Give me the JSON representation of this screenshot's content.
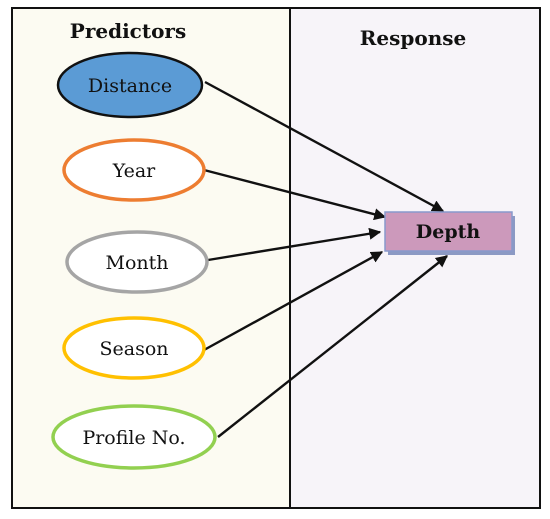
{
  "panels": {
    "predictors": {
      "title": "Predictors"
    },
    "response": {
      "title": "Response"
    }
  },
  "colors": {
    "predictors_bg": "#fcfbf2",
    "response_bg": "#f7f4f9",
    "frame": "#111111",
    "response_box_fill": "#cc99bb",
    "response_box_border": "#8899cc"
  },
  "predictors": [
    {
      "id": "distance",
      "label": "Distance",
      "fill": "#5b9bd5",
      "stroke": "#111111"
    },
    {
      "id": "year",
      "label": "Year",
      "fill": "#ffffff",
      "stroke": "#ed7d31"
    },
    {
      "id": "month",
      "label": "Month",
      "fill": "#ffffff",
      "stroke": "#a5a5a5"
    },
    {
      "id": "season",
      "label": "Season",
      "fill": "#ffffff",
      "stroke": "#ffc000"
    },
    {
      "id": "profile-no",
      "label": "Profile No.",
      "fill": "#ffffff",
      "stroke": "#92d050"
    }
  ],
  "response": {
    "label": "Depth"
  }
}
